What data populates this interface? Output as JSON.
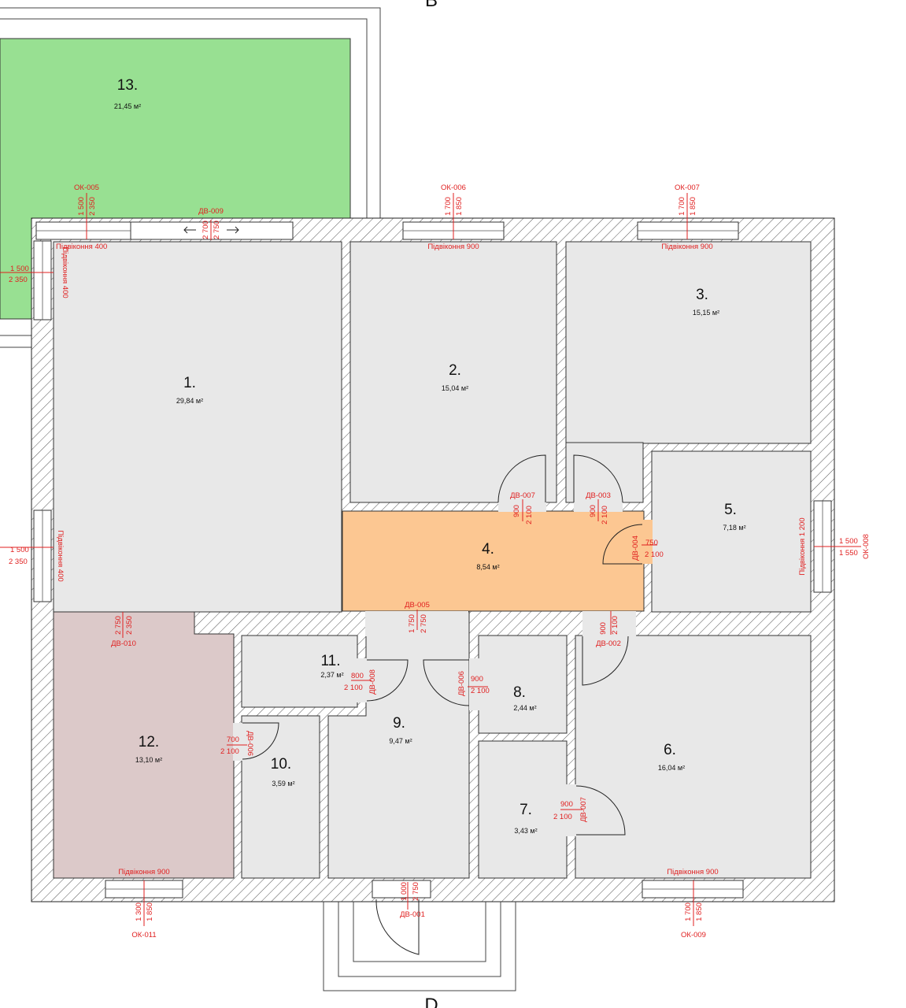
{
  "grid": {
    "top": "B",
    "bottom": "D"
  },
  "colors": {
    "room_fill": "#e8e8e8",
    "terrace_fill": "#98e092",
    "hall_fill": "#fcc792",
    "room12_fill": "#dcc9c9",
    "annotation": "#e01f1f"
  },
  "rooms": [
    {
      "id": "1",
      "num": "1.",
      "area": "29,84 м²"
    },
    {
      "id": "2",
      "num": "2.",
      "area": "15,04 м²"
    },
    {
      "id": "3",
      "num": "3.",
      "area": "15,15 м²"
    },
    {
      "id": "4",
      "num": "4.",
      "area": "8,54 м²"
    },
    {
      "id": "5",
      "num": "5.",
      "area": "7,18 м²"
    },
    {
      "id": "6",
      "num": "6.",
      "area": "16,04 м²"
    },
    {
      "id": "7",
      "num": "7.",
      "area": "3,43 м²"
    },
    {
      "id": "8",
      "num": "8.",
      "area": "2,44 м²"
    },
    {
      "id": "9",
      "num": "9.",
      "area": "9,47 м²"
    },
    {
      "id": "10",
      "num": "10.",
      "area": "3,59 м²"
    },
    {
      "id": "11",
      "num": "11.",
      "area": "2,37 м²"
    },
    {
      "id": "12",
      "num": "12.",
      "area": "13,10 м²"
    },
    {
      "id": "13",
      "num": "13.",
      "area": "21,45 м²"
    }
  ],
  "windows": {
    "ok005": {
      "code": "ОК-005",
      "w": "1 500",
      "h": "2 350"
    },
    "ok006": {
      "code": "ОК-006",
      "w": "1 700",
      "h": "1 850"
    },
    "ok007": {
      "code": "ОК-007",
      "w": "1 700",
      "h": "1 850"
    },
    "ok008": {
      "code": "ОК-008",
      "w": "1 500",
      "h": "1 550"
    },
    "ok009": {
      "code": "ОК-009",
      "w": "1 700",
      "h": "1 850"
    },
    "ok011": {
      "code": "ОК-011",
      "w": "1 300",
      "h": "1 850"
    },
    "left_top": {
      "w": "1 500",
      "h": "2 350"
    },
    "left_mid": {
      "w": "1 500",
      "h": "2 350"
    }
  },
  "sills": {
    "top1": "Підвіконня 400",
    "top2": "Підвіконня 900",
    "top3": "Підвіконня 900",
    "left1": "Підвіконня 400",
    "left2": "Підвіконня 400",
    "right5": "Підвіконня 1 200",
    "bottom12": "Підвіконня 900",
    "bottom6": "Підвіконня 900"
  },
  "doors": {
    "dv009": {
      "code": "ДВ-009",
      "w": "2 700",
      "h": "2 750"
    },
    "dv007a": {
      "code": "ДВ-007",
      "w": "900",
      "h": "2 100"
    },
    "dv003": {
      "code": "ДВ-003",
      "w": "900",
      "h": "2 100"
    },
    "dv004": {
      "code": "ДВ-004",
      "w": "750",
      "h": "2 100"
    },
    "dv005": {
      "code": "ДВ-005",
      "w": "1 750",
      "h": "2 750"
    },
    "dv010": {
      "code": "ДВ-010",
      "w": "2 350",
      "h": "2 750"
    },
    "dv002": {
      "code": "ДВ-002",
      "w": "900",
      "h": "2 100"
    },
    "dv008": {
      "code": "ДВ-008",
      "w": "800",
      "h": "2 100"
    },
    "dv006a": {
      "code": "ДВ-006",
      "w": "900",
      "h": "2 100"
    },
    "dv006b": {
      "code": "ДВ-006",
      "w": "700",
      "h": "2 100"
    },
    "dv007b": {
      "code": "ДВ-007",
      "w": "900",
      "h": "2 100"
    },
    "dv001": {
      "code": "ДВ-001",
      "w": "1 000",
      "h": "2 750"
    }
  }
}
